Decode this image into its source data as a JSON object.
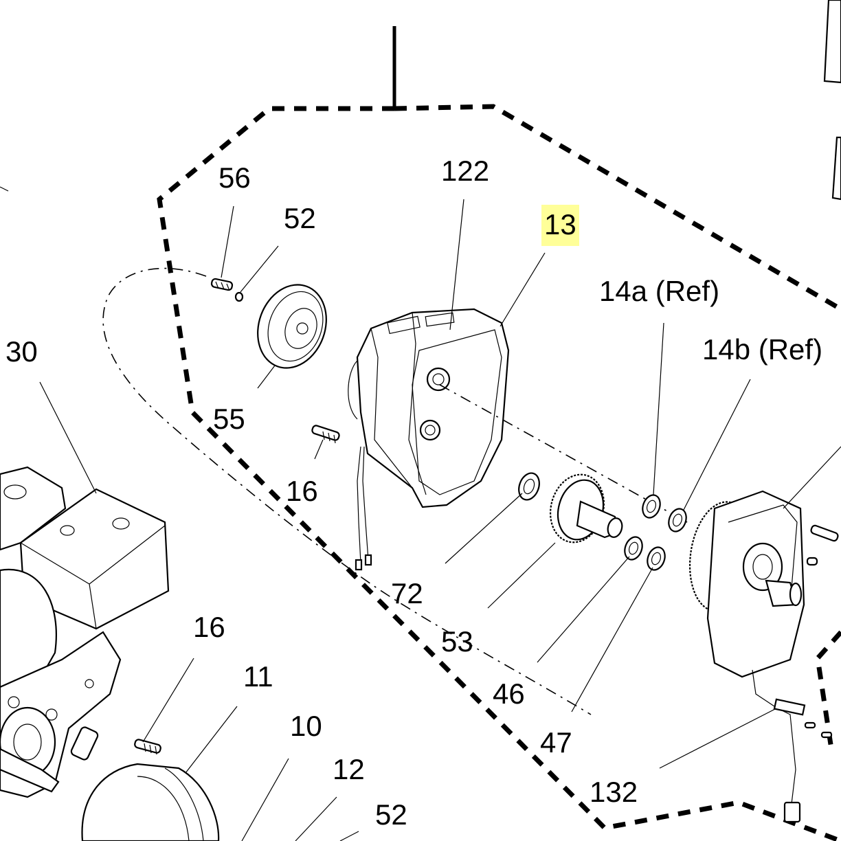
{
  "diagram": {
    "callouts": {
      "c56": "56",
      "c52a": "52",
      "c122": "122",
      "c13": "13",
      "c14a": "14a (Ref)",
      "c14b": "14b (Ref)",
      "c30": "30",
      "c55": "55",
      "c16a": "16",
      "c72": "72",
      "c53": "53",
      "c46": "46",
      "c47": "47",
      "c16b": "16",
      "c11": "11",
      "c10": "10",
      "c12": "12",
      "c52b": "52",
      "c132": "132"
    },
    "highlight_color": "#ffff99"
  }
}
